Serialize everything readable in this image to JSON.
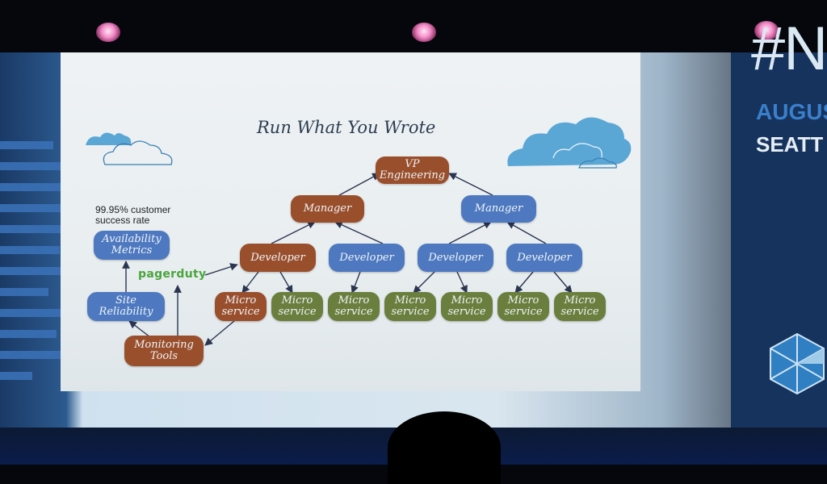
{
  "slide": {
    "title": "Run What You Wrote",
    "caption_line1": "99.95% customer",
    "caption_line2": "success rate",
    "pagerduty": "pagerduty",
    "nodes": {
      "vp_l1": "VP",
      "vp_l2": "Engineering",
      "manager": "Manager",
      "developer": "Developer",
      "micro": "Micro",
      "service": "service",
      "availability_l1": "Availability",
      "availability_l2": "Metrics",
      "site_l1": "Site",
      "site_l2": "Reliability",
      "monitoring_l1": "Monitoring",
      "monitoring_l2": "Tools"
    }
  },
  "conference_banner": {
    "hash": "#N",
    "date_fragment": "AUGUS",
    "city_fragment": "SEATT"
  },
  "colors": {
    "brown": "#9a4f2c",
    "blue": "#4e79c0",
    "green": "#6a7f3d",
    "pagerduty_green": "#4aa53d",
    "panel_navy": "#16335e"
  }
}
